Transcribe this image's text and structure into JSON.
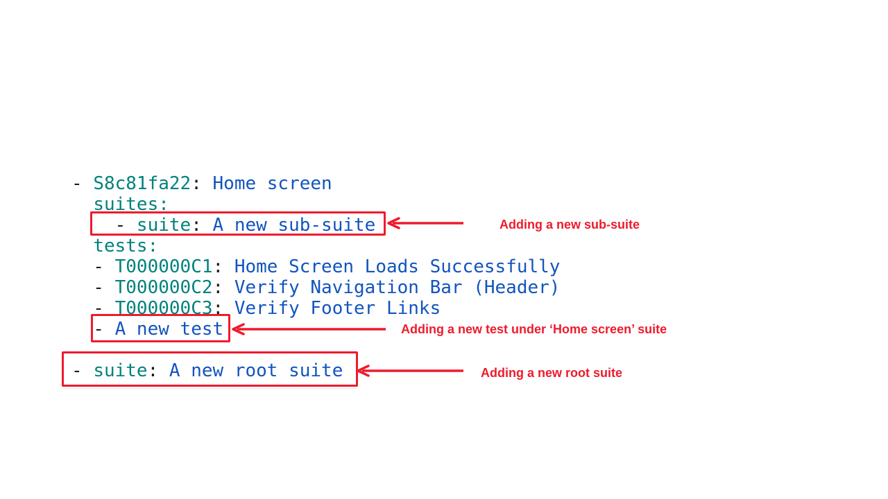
{
  "colors": {
    "annotation_red": "#EE1B2D",
    "key_teal": "#00827C",
    "value_blue": "#1254BE",
    "code_black": "#1B1B1B",
    "background": "#FFFFFF"
  },
  "code_editor": {
    "language": "yaml",
    "lines": [
      {
        "segments": [
          {
            "t": "- ",
            "k": "punct"
          },
          {
            "t": "S8c81fa22",
            "k": "key"
          },
          {
            "t": ": ",
            "k": "punct"
          },
          {
            "t": "Home screen",
            "k": "value"
          }
        ]
      },
      {
        "segments": [
          {
            "t": "  ",
            "k": "punct"
          },
          {
            "t": "suites:",
            "k": "key"
          }
        ]
      },
      {
        "segments": [
          {
            "t": "    - ",
            "k": "punct"
          },
          {
            "t": "suite",
            "k": "key"
          },
          {
            "t": ": ",
            "k": "punct"
          },
          {
            "t": "A new sub-suite",
            "k": "value"
          }
        ]
      },
      {
        "segments": [
          {
            "t": "  ",
            "k": "punct"
          },
          {
            "t": "tests:",
            "k": "key"
          }
        ]
      },
      {
        "segments": [
          {
            "t": "  - ",
            "k": "punct"
          },
          {
            "t": "T000000C1",
            "k": "key"
          },
          {
            "t": ": ",
            "k": "punct"
          },
          {
            "t": "Home Screen Loads Successfully",
            "k": "value"
          }
        ]
      },
      {
        "segments": [
          {
            "t": "  - ",
            "k": "punct"
          },
          {
            "t": "T000000C2",
            "k": "key"
          },
          {
            "t": ": ",
            "k": "punct"
          },
          {
            "t": "Verify Navigation Bar (Header)",
            "k": "value"
          }
        ]
      },
      {
        "segments": [
          {
            "t": "  - ",
            "k": "punct"
          },
          {
            "t": "T000000C3",
            "k": "key"
          },
          {
            "t": ": ",
            "k": "punct"
          },
          {
            "t": "Verify Footer Links",
            "k": "value"
          }
        ]
      },
      {
        "segments": [
          {
            "t": "  - ",
            "k": "punct"
          },
          {
            "t": "A new test",
            "k": "value"
          }
        ]
      },
      {
        "segments": []
      },
      {
        "segments": [
          {
            "t": "- ",
            "k": "punct"
          },
          {
            "t": "suite",
            "k": "key"
          },
          {
            "t": ": ",
            "k": "punct"
          },
          {
            "t": "A new root suite",
            "k": "value"
          }
        ]
      }
    ]
  },
  "annotations": [
    {
      "label": "Adding a new sub-suite"
    },
    {
      "label": "Adding a new test under ‘Home screen’ suite"
    },
    {
      "label": "Adding a new root suite"
    }
  ]
}
